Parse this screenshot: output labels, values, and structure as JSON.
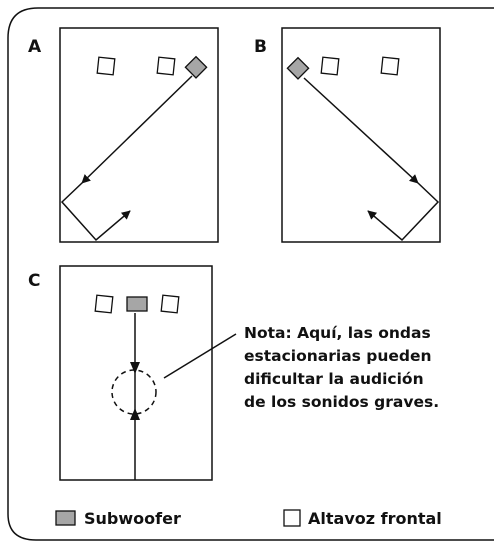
{
  "panels": [
    {
      "label": "A"
    },
    {
      "label": "B"
    },
    {
      "label": "C"
    }
  ],
  "note": {
    "lines": [
      "Nota: Aquí, las ondas",
      "estacionarias pueden",
      "dificultar la audición",
      "de los sonidos graves."
    ]
  },
  "legend": {
    "subwoofer": "Subwoofer",
    "front_speaker": "Altavoz frontal"
  },
  "colors": {
    "subwoofer_fill": "#a6a6a6",
    "outline": "#111111",
    "background": "#ffffff"
  }
}
